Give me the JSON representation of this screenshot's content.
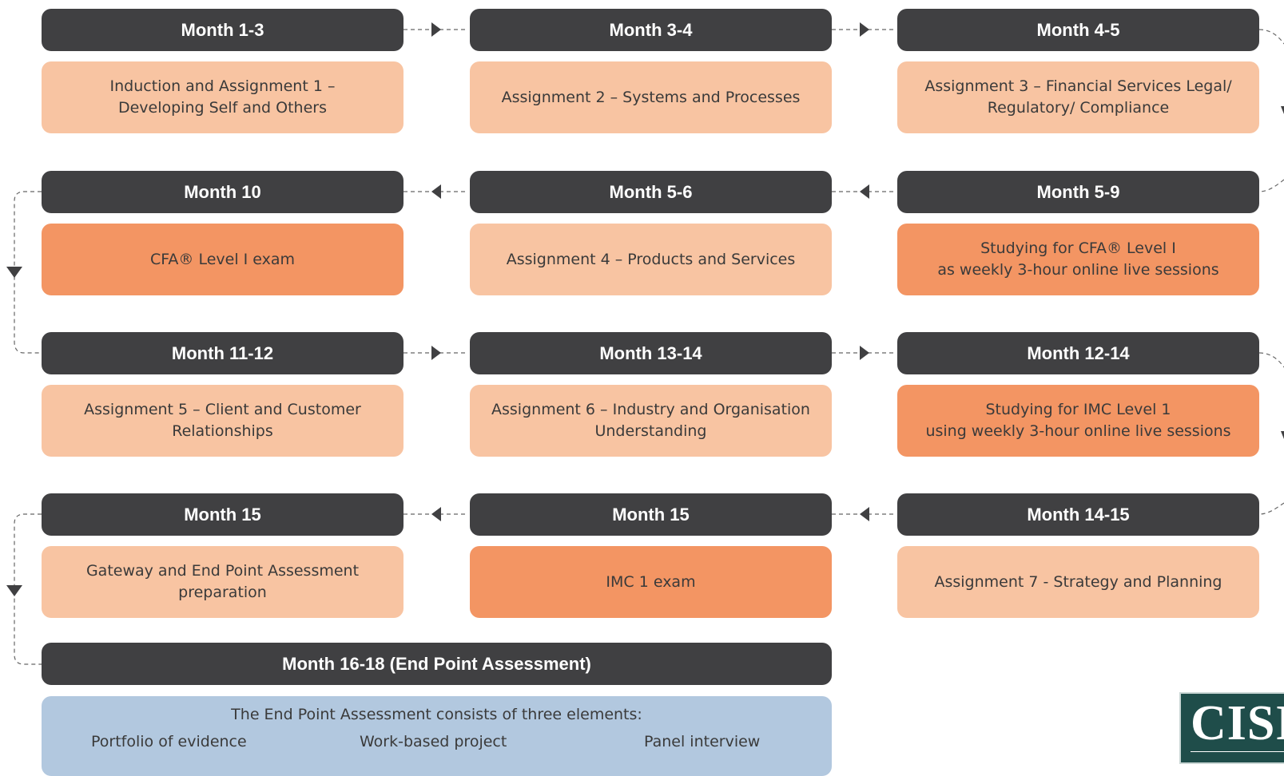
{
  "colors": {
    "header_bg": "#404042",
    "light_card": "#f8c4a2",
    "dark_card": "#f39563",
    "final_card": "#b2c8df",
    "connector": "#404042"
  },
  "rows": [
    {
      "steps": [
        {
          "month": "Month 1-3",
          "text": "Induction and Assignment 1 –\nDeveloping Self and Others",
          "style": "light"
        },
        {
          "month": "Month 3-4",
          "text": "Assignment 2 – Systems and Processes",
          "style": "light"
        },
        {
          "month": "Month 4-5",
          "text": "Assignment 3 – Financial Services Legal/\nRegulatory/ Compliance",
          "style": "light"
        }
      ]
    },
    {
      "steps": [
        {
          "month": "Month 10",
          "text": "CFA® Level I exam",
          "style": "dark"
        },
        {
          "month": "Month 5-6",
          "text": "Assignment 4 – Products and Services",
          "style": "light"
        },
        {
          "month": "Month 5-9",
          "text": "Studying for CFA® Level I\nas weekly 3-hour online live sessions",
          "style": "dark"
        }
      ]
    },
    {
      "steps": [
        {
          "month": "Month 11-12",
          "text": "Assignment 5 – Client and Customer\nRelationships",
          "style": "light"
        },
        {
          "month": "Month 13-14",
          "text": "Assignment 6 – Industry and Organisation\nUnderstanding",
          "style": "light"
        },
        {
          "month": "Month 12-14",
          "text": "Studying for IMC Level 1\nusing weekly 3-hour online live sessions",
          "style": "dark"
        }
      ]
    },
    {
      "steps": [
        {
          "month": "Month 15",
          "text": "Gateway and End Point Assessment\npreparation",
          "style": "light"
        },
        {
          "month": "Month 15",
          "text": "IMC 1 exam",
          "style": "dark"
        },
        {
          "month": "Month 14-15",
          "text": "Assignment 7 - Strategy and Planning",
          "style": "light"
        }
      ]
    }
  ],
  "final": {
    "month": "Month 16-18 (End Point Assessment)",
    "intro": "The End Point Assessment consists of three elements:",
    "elements": [
      "Portfolio of evidence",
      "Work-based project",
      "Panel interview"
    ]
  },
  "logo": {
    "text": "CISI",
    "icon": "cisi-logo"
  }
}
